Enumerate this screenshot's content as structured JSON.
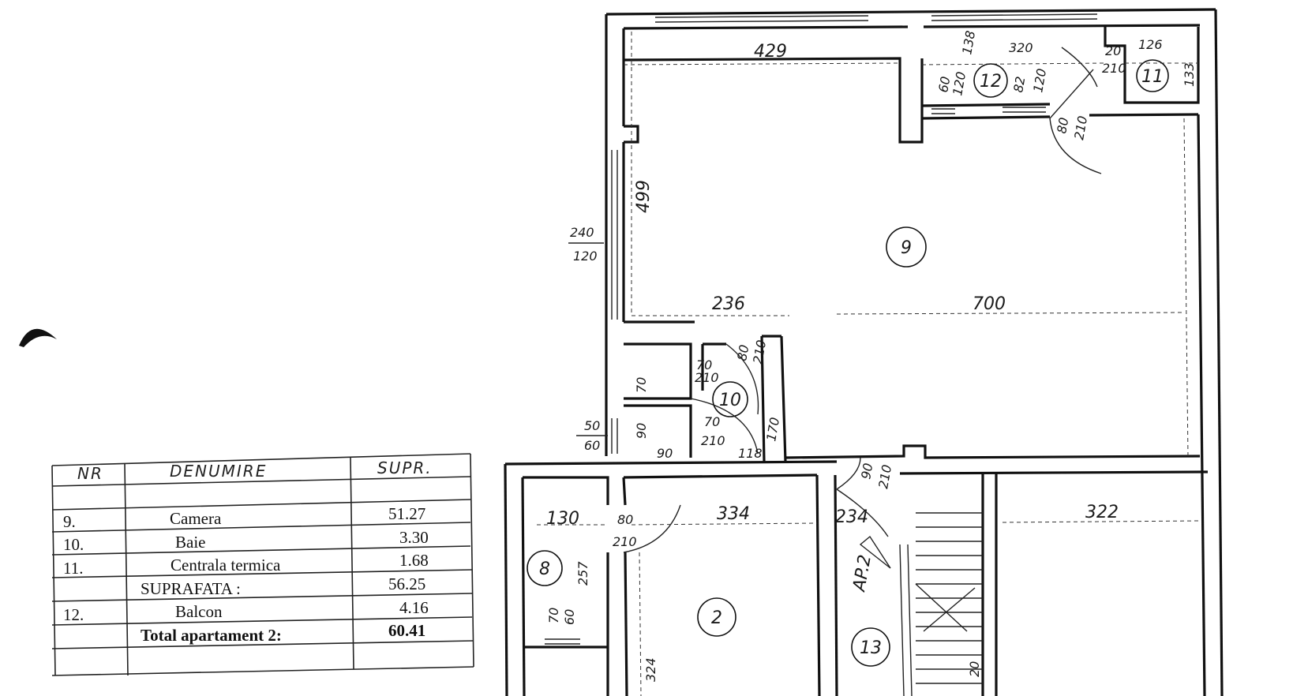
{
  "dimensions": {
    "d429": "429",
    "d320": "320",
    "d126": "126",
    "d133": "133",
    "d138": "138",
    "d60": "60",
    "d120a": "120",
    "d120b": "120",
    "d82": "82",
    "d20_210": "20",
    "d210_a": "210",
    "d80_210": "80",
    "d210_b": "210",
    "d499": "499",
    "d240": "240",
    "d120c": "120",
    "d236": "236",
    "d700": "700",
    "d70": "70",
    "d90a": "90",
    "d90b": "90",
    "d118": "118",
    "d170": "170",
    "d70a": "70",
    "d210c": "210",
    "d70b": "70",
    "d210d": "210",
    "d80b": "80",
    "d210e": "210",
    "d50": "50",
    "d60b": "60",
    "d130": "130",
    "d80c": "80",
    "d210f": "210",
    "d334": "334",
    "d257": "257",
    "d234": "234",
    "d90c": "90",
    "d210g": "210",
    "d322": "322",
    "d70c": "70",
    "d60c": "60",
    "d324": "324",
    "d20": "20",
    "ap2": "AP.2"
  },
  "rooms": [
    "9",
    "10",
    "11",
    "12",
    "8",
    "2",
    "13"
  ],
  "table": {
    "headers": [
      "NR",
      "DENUMIRE",
      "SUPR."
    ],
    "rows": [
      {
        "nr": "9.",
        "name": "Camera",
        "area": "51.27"
      },
      {
        "nr": "10.",
        "name": "Baie",
        "area": "3.30"
      },
      {
        "nr": "11.",
        "name": "Centrala termica",
        "area": "1.68"
      },
      {
        "nr": "",
        "name": "SUPRAFATA :",
        "area": "56.25"
      },
      {
        "nr": "12.",
        "name": "Balcon",
        "area": "4.16"
      },
      {
        "nr": "",
        "name": "Total apartament 2:",
        "area": "60.41"
      }
    ]
  }
}
